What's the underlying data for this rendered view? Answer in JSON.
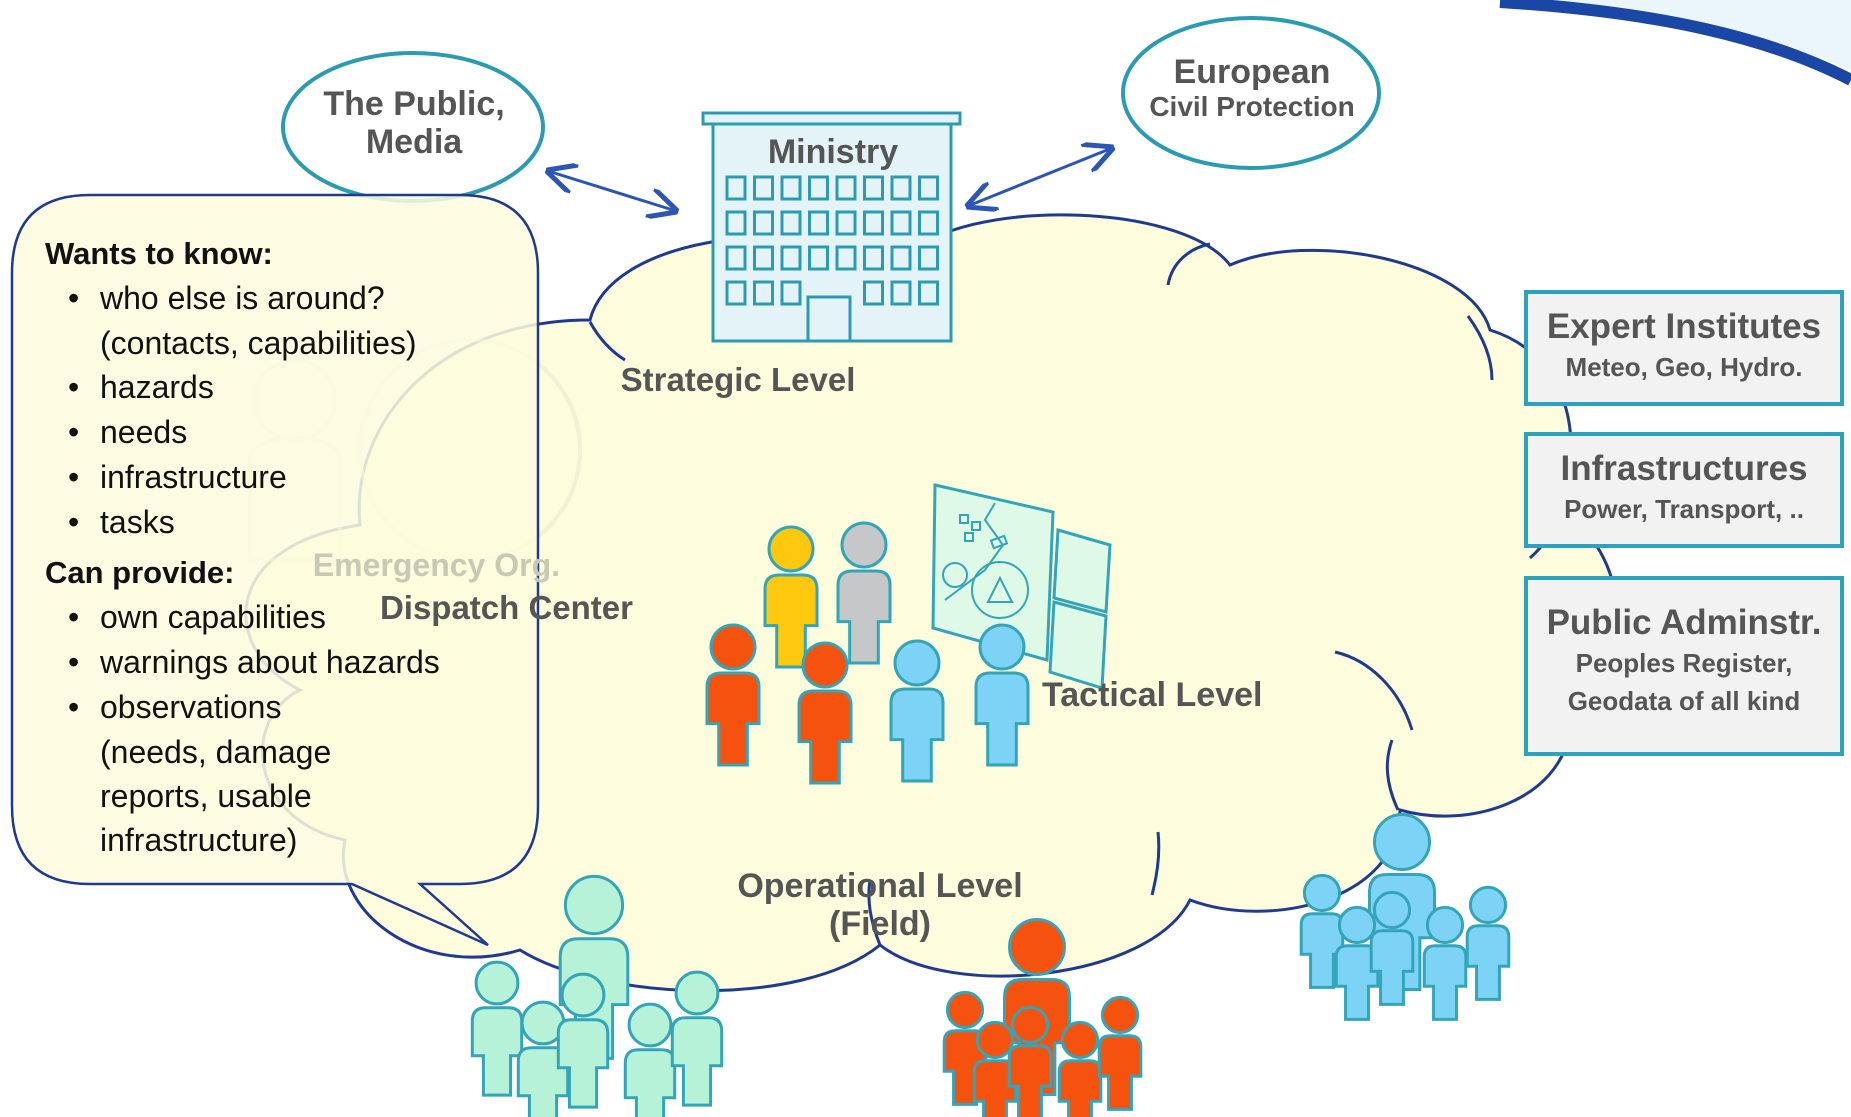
{
  "nodes": {
    "public": [
      "The Public,",
      "Media"
    ],
    "european": [
      "European",
      "Civil Protection"
    ],
    "ministry": "Ministry",
    "strategic": "Strategic Level",
    "tactical": "Tactical Level",
    "operational": [
      "Operational Level",
      "(Field)"
    ],
    "emergency_org": "Emergency Org.",
    "dispatch_center": "Dispatch Center"
  },
  "callout": {
    "wants_heading": "Wants to know:",
    "wants": [
      [
        "who else is around?",
        "(contacts, capabilities)"
      ],
      [
        "hazards"
      ],
      [
        "needs"
      ],
      [
        "infrastructure"
      ],
      [
        "tasks"
      ]
    ],
    "provides_heading": "Can provide:",
    "provides": [
      [
        "own capabilities"
      ],
      [
        "warnings about hazards"
      ],
      [
        "observations",
        "(needs, damage",
        "reports, usable",
        "infrastructure)"
      ]
    ]
  },
  "side_boxes": [
    {
      "title": "Expert Institutes",
      "sub": [
        "Meteo, Geo, Hydro."
      ]
    },
    {
      "title": "Infrastructures",
      "sub": [
        "Power, Transport, .."
      ]
    },
    {
      "title": "Public Adminstr.",
      "sub": [
        "Peoples Register,",
        "Geodata of all kind"
      ]
    }
  ],
  "colors": {
    "cloud_fill": "#fdfcdd",
    "cloud_stroke": "#1f3a8f",
    "ellipse_stroke": "#2b9bb3",
    "person_blue": "#7dd3f6",
    "person_red": "#f5520f",
    "person_yellow": "#fdc80e",
    "person_gray": "#c6c7c9",
    "person_green": "#b6f2d8",
    "person_outline": "#33a5b8",
    "box_border": "#2aa2c0"
  }
}
